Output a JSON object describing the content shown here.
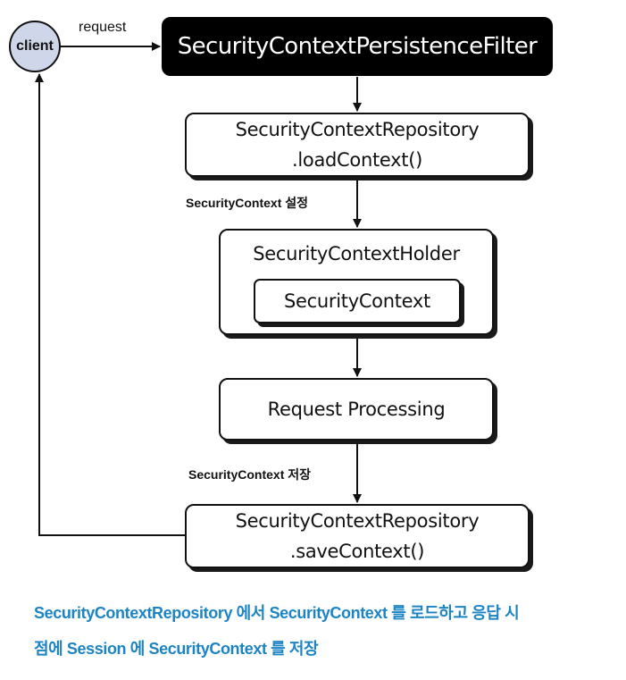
{
  "diagram": {
    "client": "client",
    "request_label": "request",
    "filter": "SecurityContextPersistenceFilter",
    "load_box": {
      "line1": "SecurityContextRepository",
      "line2": ".loadContext()"
    },
    "set_label": "SecurityContext 설정",
    "holder": {
      "title": "SecurityContextHolder",
      "inner": "SecurityContext"
    },
    "processing": "Request Processing",
    "save_label": "SecurityContext  저장",
    "save_box": {
      "line1": "SecurityContextRepository",
      "line2": ".saveContext()"
    }
  },
  "caption": {
    "line1": "SecurityContextRepository 에서 SecurityContext 를 로드하고 응답 시",
    "line2": "점에 Session 에 SecurityContext 를 저장"
  },
  "colors": {
    "client_fill": "#cfd6ea",
    "caption": "#1d84c4",
    "filter_fill": "#000000"
  }
}
